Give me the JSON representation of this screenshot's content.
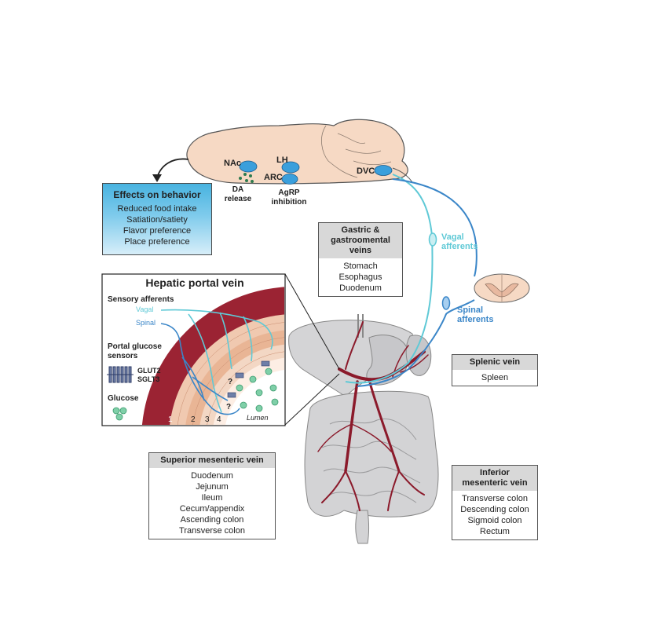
{
  "brain": {
    "nac": "NAc",
    "lh": "LH",
    "arc": "ARC",
    "dvc": "DVC",
    "da_release": [
      "DA",
      "release"
    ],
    "agrp_inhibition": [
      "AgRP",
      "inhibition"
    ]
  },
  "behavior": {
    "title": "Effects on behavior",
    "items": [
      "Reduced food intake",
      "Satiation/satiety",
      "Flavor preference",
      "Place preference"
    ]
  },
  "afferents": {
    "vagal": [
      "Vagal",
      "afferents"
    ],
    "spinal": [
      "Spinal",
      "afferents"
    ]
  },
  "gastric": {
    "title": [
      "Gastric &",
      "gastroomental",
      "veins"
    ],
    "items": [
      "Stomach",
      "Esophagus",
      "Duodenum"
    ]
  },
  "splenic": {
    "title": "Splenic vein",
    "items": [
      "Spleen"
    ]
  },
  "superior": {
    "title": "Superior mesenteric vein",
    "items": [
      "Duodenum",
      "Jejunum",
      "Ileum",
      "Cecum/appendix",
      "Ascending colon",
      "Transverse colon"
    ]
  },
  "inferior": {
    "title": [
      "Inferior",
      "mesenteric vein"
    ],
    "items": [
      "Transverse colon",
      "Descending colon",
      "Sigmoid colon",
      "Rectum"
    ]
  },
  "inset": {
    "title": "Hepatic portal vein",
    "sensory_afferents": "Sensory afferents",
    "vagal": "Vagal",
    "spinal": "Spinal",
    "portal_sensors": [
      "Portal glucose",
      "sensors"
    ],
    "glut2": "GLUT2",
    "sglt3": "SGLT3",
    "glucose": "Glucose",
    "lumen": "Lumen",
    "layers": [
      "1",
      "2",
      "3",
      "4"
    ],
    "question": "?"
  },
  "colors": {
    "vagal": "#5fc9d6",
    "spinal": "#3a86c8",
    "vein": "#8b1a2b",
    "brain": "#f6d9c4",
    "behavior_box": "#48b3e0",
    "organ": "#cfcfd1"
  }
}
